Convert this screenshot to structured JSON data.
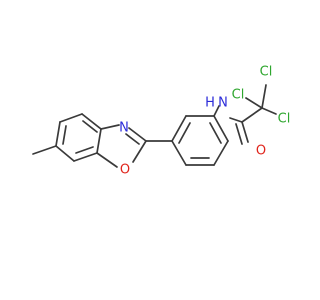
{
  "atoms": {
    "n_oxazole": {
      "symbol": "N",
      "color": "#2b2bd9"
    },
    "o_oxazole": {
      "symbol": "O",
      "color": "#e0241b"
    },
    "n_amide": {
      "symbol": "N",
      "color": "#2b2bd9"
    },
    "h_amide": {
      "symbol": "H",
      "color": "#2b2bd9"
    },
    "o_carbonyl": {
      "symbol": "O",
      "color": "#e0241b"
    },
    "cl_1": {
      "symbol": "Cl",
      "color": "#2ea62e"
    },
    "cl_2": {
      "symbol": "Cl",
      "color": "#2ea62e"
    },
    "cl_3": {
      "symbol": "Cl",
      "color": "#2ea62e"
    }
  },
  "colors": {
    "bond": "#3a3a3a",
    "background": "#ffffff"
  }
}
